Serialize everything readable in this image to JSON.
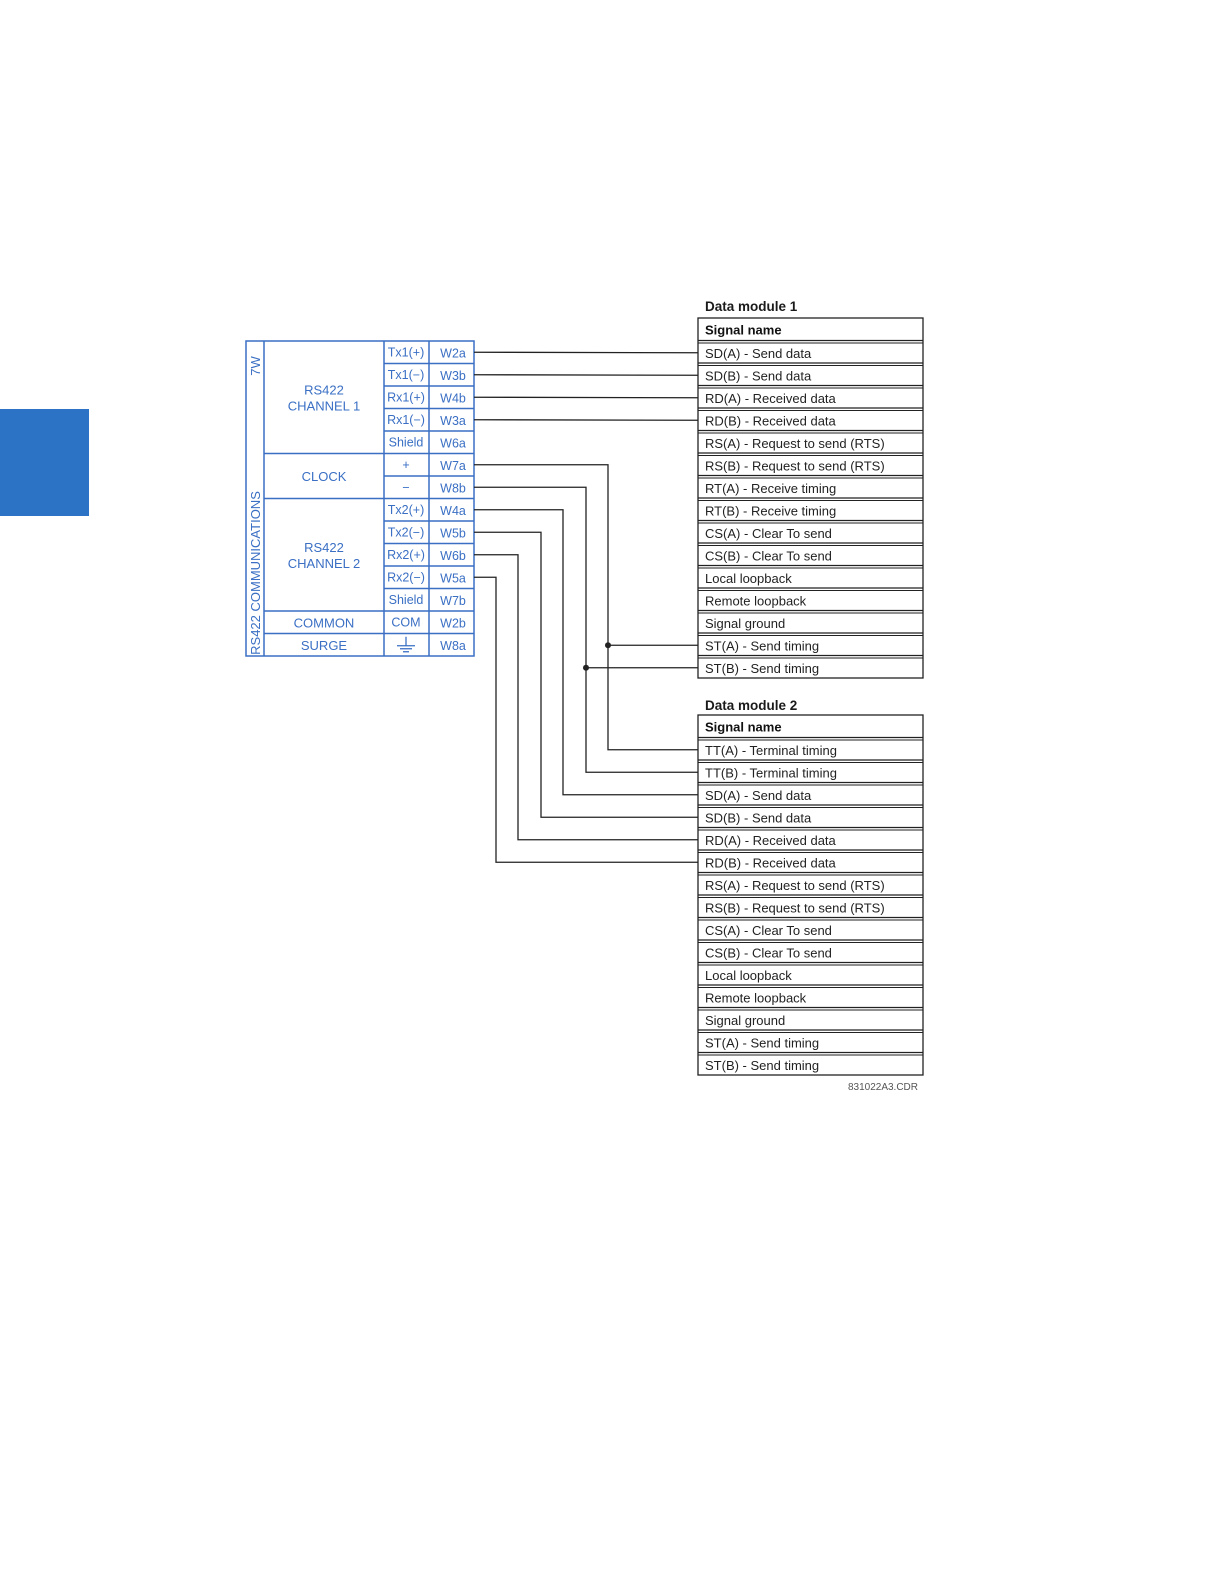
{
  "colors": {
    "accent": "#2c73c6",
    "line_blue": "#3a6fc4",
    "wire": "#222222"
  },
  "terminal_block": {
    "slot_label": "7W",
    "side_label": "RS422 COMMUNICATIONS",
    "groups": [
      {
        "name_lines": [
          "RS422",
          "CHANNEL 1"
        ]
      },
      {
        "name_lines": [
          "CLOCK"
        ]
      },
      {
        "name_lines": [
          "RS422",
          "CHANNEL 2"
        ]
      },
      {
        "name_lines": [
          "COMMON"
        ]
      },
      {
        "name_lines": [
          "SURGE"
        ]
      }
    ],
    "rows": [
      {
        "signal": "Tx1(+)",
        "terminal": "W2a"
      },
      {
        "signal": "Tx1(−)",
        "terminal": "W3b"
      },
      {
        "signal": "Rx1(+)",
        "terminal": "W4b"
      },
      {
        "signal": "Rx1(−)",
        "terminal": "W3a"
      },
      {
        "signal": "Shield",
        "terminal": "W6a"
      },
      {
        "signal": "+",
        "terminal": "W7a"
      },
      {
        "signal": "−",
        "terminal": "W8b"
      },
      {
        "signal": "Tx2(+)",
        "terminal": "W4a"
      },
      {
        "signal": "Tx2(−)",
        "terminal": "W5b"
      },
      {
        "signal": "Rx2(+)",
        "terminal": "W6b"
      },
      {
        "signal": "Rx2(−)",
        "terminal": "W5a"
      },
      {
        "signal": "Shield",
        "terminal": "W7b"
      },
      {
        "signal": "COM",
        "terminal": "W2b"
      },
      {
        "signal": "ground-icon",
        "terminal": "W8a"
      }
    ]
  },
  "module1": {
    "title": "Data module 1",
    "header": "Signal name",
    "signals": [
      "SD(A) - Send data",
      "SD(B) - Send data",
      "RD(A) - Received data",
      "RD(B) - Received data",
      "RS(A) - Request to send (RTS)",
      "RS(B) - Request to send (RTS)",
      "RT(A) - Receive timing",
      "RT(B) - Receive timing",
      "CS(A) - Clear To send",
      "CS(B) - Clear To send",
      "Local loopback",
      "Remote loopback",
      "Signal ground",
      "ST(A) - Send timing",
      "ST(B) - Send timing"
    ]
  },
  "module2": {
    "title": "Data module 2",
    "header": "Signal name",
    "signals": [
      "TT(A) - Terminal timing",
      "TT(B) - Terminal timing",
      "SD(A) - Send data",
      "SD(B) - Send data",
      "RD(A) - Received data",
      "RD(B) - Received data",
      "RS(A) - Request to send (RTS)",
      "RS(B) - Request to send (RTS)",
      "CS(A) - Clear To send",
      "CS(B) - Clear To send",
      "Local loopback",
      "Remote loopback",
      "Signal ground",
      "ST(A) - Send timing",
      "ST(B) - Send timing"
    ]
  },
  "drawing_ref": "831022A3.CDR"
}
